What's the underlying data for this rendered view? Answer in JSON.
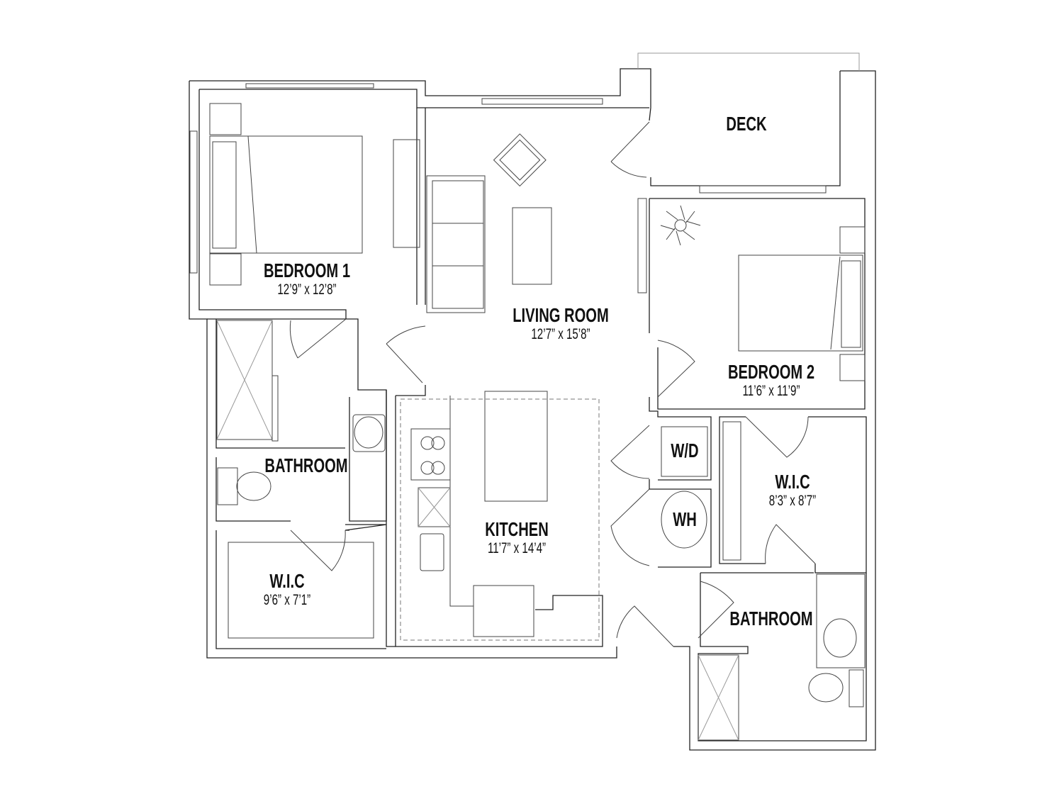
{
  "rooms": {
    "bedroom1": {
      "name": "BEDROOM 1",
      "dims": "12’9” x 12’8”"
    },
    "living": {
      "name": "LIVING ROOM",
      "dims": "12’7” x 15’8”"
    },
    "deck": {
      "name": "DECK"
    },
    "bedroom2": {
      "name": "BEDROOM 2",
      "dims": "11’6” x 11’9”"
    },
    "bath1": {
      "name": "BATHROOM"
    },
    "wic1": {
      "name": "W.I.C",
      "dims": "9’6” x 7’1”"
    },
    "kitchen": {
      "name": "KITCHEN",
      "dims": "11’7” x 14’4”"
    },
    "wd": {
      "name": "W/D"
    },
    "wh": {
      "name": "WH"
    },
    "wic2": {
      "name": "W.I.C",
      "dims": "8’3” x 8’7”"
    },
    "bath2": {
      "name": "BATHROOM"
    }
  }
}
